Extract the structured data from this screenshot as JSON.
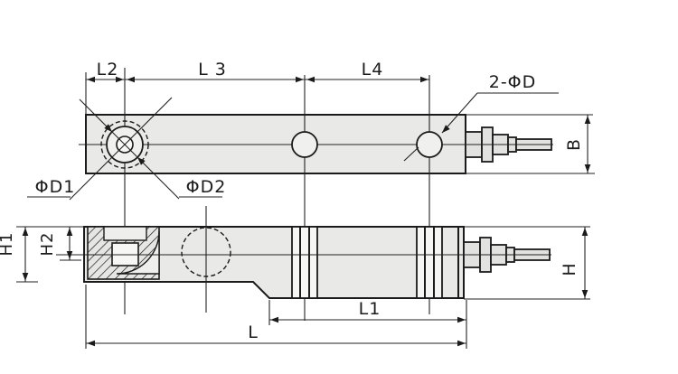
{
  "drawing": {
    "kind": "engineering-dimension-drawing",
    "views": [
      "top-view",
      "side-view"
    ]
  },
  "labels": {
    "l2": "L2",
    "l3": "L 3",
    "l4": "L4",
    "two_phi_d": "2-ΦD",
    "phi_d1": "ΦD1",
    "phi_d2": "ΦD2",
    "b": "B",
    "h1": "H1",
    "h2": "H2",
    "h": "H",
    "l1": "L1",
    "l": "L"
  },
  "colors": {
    "line": "#1b1b1b",
    "body_fill": "#e9e9e7",
    "pocket_fill": "#efefed",
    "band_fill": "#f6f6f4",
    "background": "#ffffff"
  }
}
